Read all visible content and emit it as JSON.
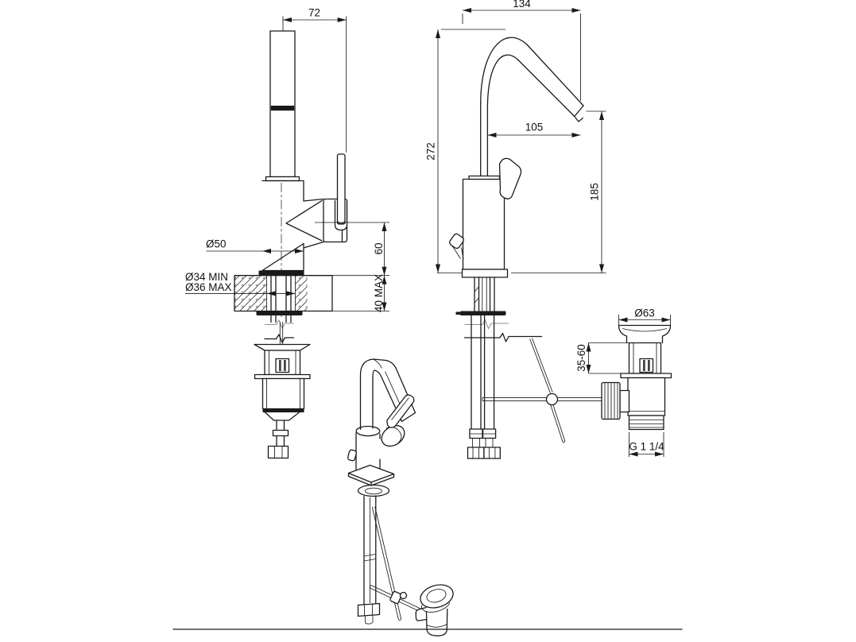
{
  "drawing": {
    "type": "technical-dimension-drawing",
    "dimensions": {
      "side": {
        "spout_offset": "72",
        "body_diameter": "Ø50",
        "hole_min": "Ø34 MIN",
        "hole_max": "Ø36 MAX",
        "outlet_height": "60",
        "deck_thickness": "40 MAX"
      },
      "front": {
        "spout_reach": "134",
        "outlet_offset": "105",
        "total_height": "272",
        "outlet_height": "185"
      },
      "drain": {
        "flange_diameter": "Ø63",
        "clamp_range": "35-60",
        "thread": "G 1 1/4"
      }
    },
    "colors": {
      "line": "#1a1a1a",
      "background": "#ffffff",
      "break": "#8f8f8f"
    }
  }
}
